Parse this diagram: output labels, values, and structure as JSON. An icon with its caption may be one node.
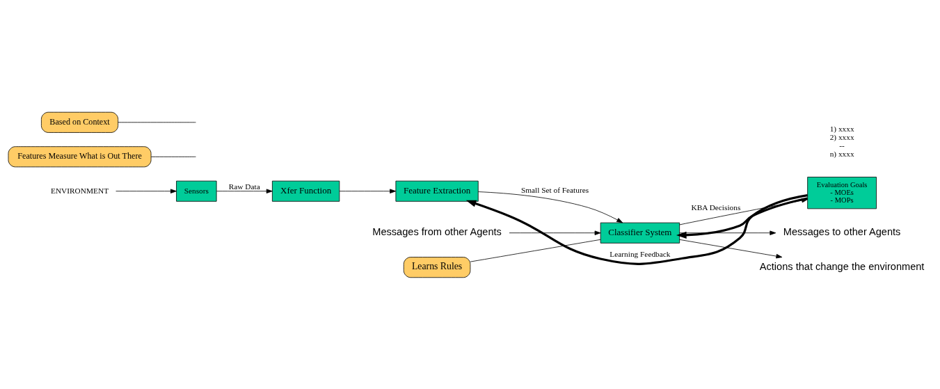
{
  "diagram": {
    "nodes": [
      {
        "text": [
          "ENVIRONMENT"
        ]
      },
      {
        "text": [
          "Sensors"
        ]
      },
      {
        "text": [
          "Xfer Function"
        ]
      },
      {
        "text": [
          "Feature Extraction"
        ]
      },
      {
        "text": [
          "Classifier System"
        ]
      },
      {
        "text": [
          "Evaluation Goals",
          "- MOEs",
          "- MOPs"
        ]
      },
      {
        "text": [
          "Messages from other Agents"
        ]
      },
      {
        "text": [
          "Messages to other Agents"
        ]
      },
      {
        "text": [
          "Actions that change the environment"
        ]
      },
      {
        "text": [
          "Features Measure What is Out There"
        ]
      },
      {
        "text": [
          "Based on Context"
        ]
      },
      {
        "text": [
          "Learns Rules"
        ]
      }
    ],
    "edges": [
      {
        "from": 0,
        "to": 1,
        "arrow": "to"
      },
      {
        "from": 1,
        "to": 2,
        "arrow": "to",
        "label": "Raw Data"
      },
      {
        "from": 2,
        "to": 3,
        "arrow": "to"
      },
      {
        "from": 3,
        "to": 4,
        "arrow": "to",
        "label": "Small Set of Features"
      },
      {
        "from": 6,
        "to": 4,
        "arrow": "to"
      },
      {
        "from": 4,
        "to": 5,
        "arrow": "to",
        "label": "KBA Decisions"
      },
      {
        "from": 4,
        "to": 7,
        "arrow": "to"
      },
      {
        "from": 4,
        "to": 8,
        "arrow": "to"
      },
      {
        "from": 5,
        "to": 3,
        "arrow": "to",
        "style": "thick",
        "label": "Learning Feedback"
      },
      {
        "from": 5,
        "to": 4,
        "arrow": "to",
        "style": "thick"
      },
      {
        "from": 9,
        "to": null,
        "arrow": "none"
      },
      {
        "from": 10,
        "to": null,
        "arrow": "none"
      },
      {
        "from": 11,
        "to": 4,
        "arrow": "none"
      }
    ],
    "labels": [
      "1) xxxx",
      "2) xxxx",
      "--",
      "n) xxxx"
    ]
  }
}
